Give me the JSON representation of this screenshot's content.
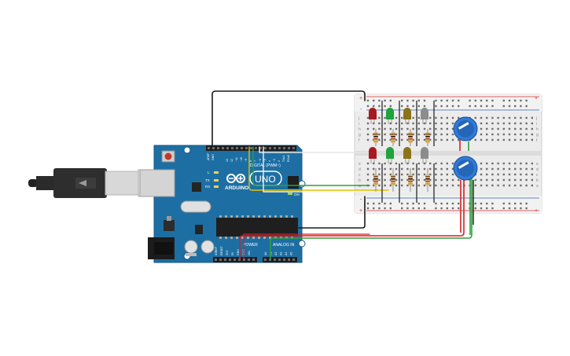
{
  "arduino": {
    "brand": "ARDUINO",
    "model": "UNO",
    "digital_header_label": "DIGITAL (PWM~)",
    "analog_header_label": "ANALOG IN",
    "power_header_label": "POWER",
    "on_label": "ON",
    "tx_label": "TX",
    "rx_label": "RX",
    "l_label": "L",
    "aref_label": "AREF",
    "gnd_label": "GND",
    "top_pin_labels": [
      "13",
      "12",
      "~11",
      "~10",
      "~9",
      "8",
      "7",
      "~6",
      "~5",
      "4",
      "~3",
      "2",
      "TX▸1",
      "RX◂0"
    ],
    "power_pin_labels": [
      "IOREF",
      "RESET",
      "3V3",
      "5V",
      "GND",
      "GND",
      "VIN"
    ],
    "analog_pin_labels": [
      "A0",
      "A1",
      "A2",
      "A3",
      "A4",
      "A5"
    ]
  },
  "breadboard": {
    "row_letters_top": [
      "j",
      "i",
      "h",
      "g",
      "f"
    ],
    "row_letters_bottom": [
      "e",
      "d",
      "c",
      "b",
      "a"
    ],
    "plus_label": "+",
    "minus_label": "-"
  },
  "leds": {
    "top_row": [
      "red",
      "green",
      "yellow",
      "gray"
    ],
    "bottom_row": [
      "red",
      "green",
      "yellow",
      "gray"
    ]
  },
  "colors": {
    "board": "#1d6fa3",
    "board_dark": "#155a86",
    "breadboard": "#e8e8e8",
    "rail_red": "#d9312c",
    "rail_blue": "#2b5fb5",
    "wire_black": "#1a1a1a",
    "wire_red": "#d62020",
    "wire_green": "#2e9e3a",
    "wire_yellow": "#e5c400",
    "wire_white": "#f4f4f4",
    "led_red": "#a51b21",
    "led_green": "#1fa33b",
    "led_yellow": "#8b7318",
    "led_gray": "#8c8c8c",
    "pot_blue": "#2f7bd8"
  }
}
